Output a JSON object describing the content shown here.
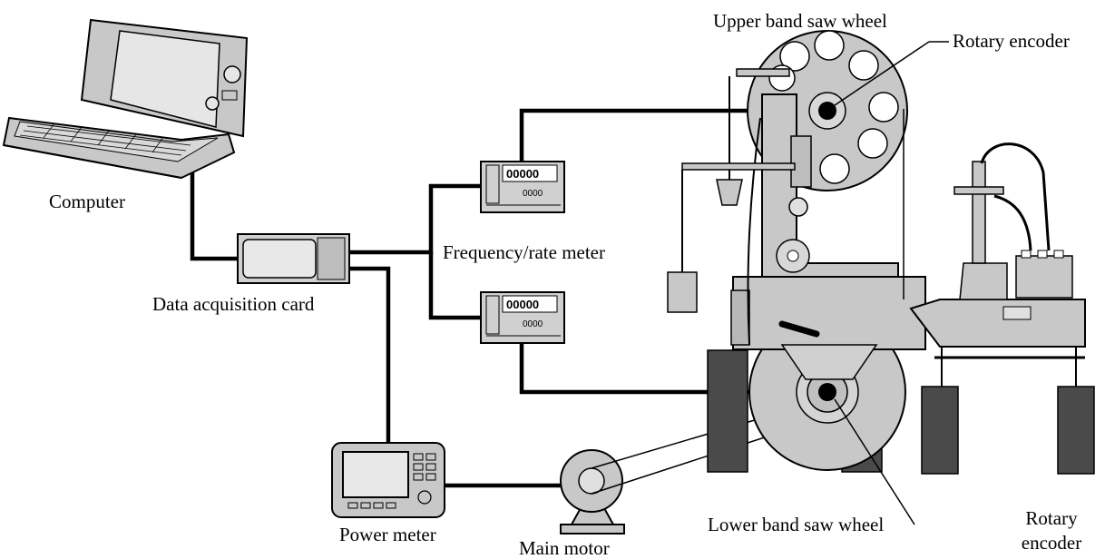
{
  "labels": {
    "computer": "Computer",
    "data_acquisition_card": "Data acquisition card",
    "frequency_rate_meter": "Frequency/rate meter",
    "upper_band_saw_wheel": "Upper band saw wheel",
    "rotary_encoder_upper": "Rotary encoder",
    "lower_band_saw_wheel": "Lower band saw wheel",
    "rotary_encoder_lower_line1": "Rotary",
    "rotary_encoder_lower_line2": "encoder",
    "power_meter": "Power meter",
    "main_motor": "Main motor"
  },
  "meter_display": {
    "top_readout": "00000",
    "bottom_readout": "0000"
  },
  "colors": {
    "machine_gray": "#c8c8c8",
    "dark_block": "#4a4a4a",
    "line": "#000000",
    "background": "#ffffff"
  }
}
